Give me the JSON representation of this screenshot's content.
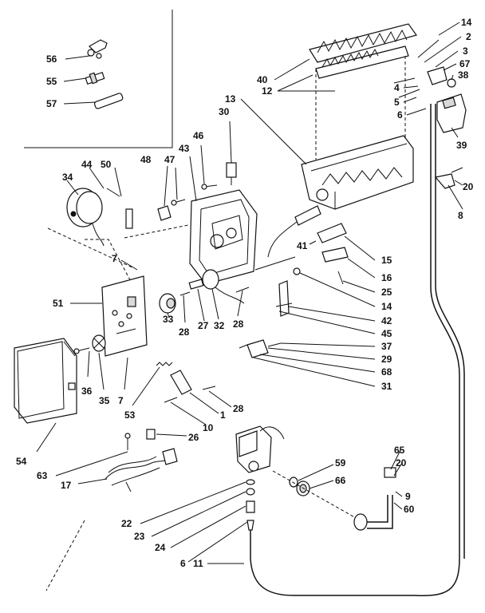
{
  "diagram": {
    "callouts": [
      {
        "id": "c56",
        "text": "56"
      },
      {
        "id": "c55",
        "text": "55"
      },
      {
        "id": "c57",
        "text": "57"
      },
      {
        "id": "c40",
        "text": "40"
      },
      {
        "id": "c12",
        "text": "12"
      },
      {
        "id": "c13",
        "text": "13"
      },
      {
        "id": "c14a",
        "text": "14"
      },
      {
        "id": "c2",
        "text": "2"
      },
      {
        "id": "c3",
        "text": "3"
      },
      {
        "id": "c67",
        "text": "67"
      },
      {
        "id": "c38",
        "text": "38"
      },
      {
        "id": "c4",
        "text": "4"
      },
      {
        "id": "c5",
        "text": "5"
      },
      {
        "id": "c6a",
        "text": "6"
      },
      {
        "id": "c39",
        "text": "39"
      },
      {
        "id": "c30",
        "text": "30"
      },
      {
        "id": "c46",
        "text": "46"
      },
      {
        "id": "c43",
        "text": "43"
      },
      {
        "id": "c48",
        "text": "48"
      },
      {
        "id": "c47",
        "text": "47"
      },
      {
        "id": "c44",
        "text": "44"
      },
      {
        "id": "c50",
        "text": "50"
      },
      {
        "id": "c34",
        "text": "34"
      },
      {
        "id": "c20a",
        "text": "20"
      },
      {
        "id": "c8",
        "text": "8"
      },
      {
        "id": "c41",
        "text": "41"
      },
      {
        "id": "c15",
        "text": "15"
      },
      {
        "id": "c16",
        "text": "16"
      },
      {
        "id": "c25",
        "text": "25"
      },
      {
        "id": "c14b",
        "text": "14"
      },
      {
        "id": "c42",
        "text": "42"
      },
      {
        "id": "c45",
        "text": "45"
      },
      {
        "id": "c7a",
        "text": "7"
      },
      {
        "id": "c51",
        "text": "51"
      },
      {
        "id": "c33",
        "text": "33"
      },
      {
        "id": "c28a",
        "text": "28"
      },
      {
        "id": "c27",
        "text": "27"
      },
      {
        "id": "c32",
        "text": "32"
      },
      {
        "id": "c28b",
        "text": "28"
      },
      {
        "id": "c37",
        "text": "37"
      },
      {
        "id": "c29",
        "text": "29"
      },
      {
        "id": "c68",
        "text": "68"
      },
      {
        "id": "c31",
        "text": "31"
      },
      {
        "id": "c36",
        "text": "36"
      },
      {
        "id": "c35",
        "text": "35"
      },
      {
        "id": "c7b",
        "text": "7"
      },
      {
        "id": "c53",
        "text": "53"
      },
      {
        "id": "c28c",
        "text": "28"
      },
      {
        "id": "c1",
        "text": "1"
      },
      {
        "id": "c10",
        "text": "10"
      },
      {
        "id": "c54",
        "text": "54"
      },
      {
        "id": "c26",
        "text": "26"
      },
      {
        "id": "c63",
        "text": "63"
      },
      {
        "id": "c17",
        "text": "17"
      },
      {
        "id": "c59",
        "text": "59"
      },
      {
        "id": "c66",
        "text": "66"
      },
      {
        "id": "c65",
        "text": "65"
      },
      {
        "id": "c20b",
        "text": "20"
      },
      {
        "id": "c9",
        "text": "9"
      },
      {
        "id": "c60",
        "text": "60"
      },
      {
        "id": "c22",
        "text": "22"
      },
      {
        "id": "c23",
        "text": "23"
      },
      {
        "id": "c24",
        "text": "24"
      },
      {
        "id": "c6b",
        "text": "6"
      },
      {
        "id": "c11",
        "text": "11"
      }
    ]
  }
}
